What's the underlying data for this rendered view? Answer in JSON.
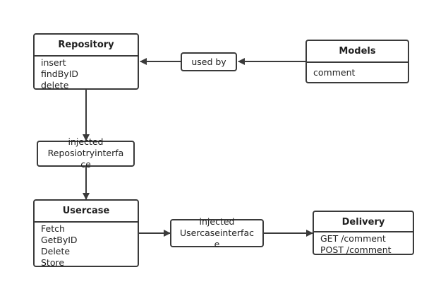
{
  "classes": {
    "repository": {
      "title": "Repository",
      "members": [
        "insert",
        "findByID",
        "delete"
      ]
    },
    "models": {
      "title": "Models",
      "members": [
        "comment"
      ]
    },
    "usercase": {
      "title": "Usercase",
      "members": [
        "Fetch",
        "GetByID",
        "Delete",
        "Store"
      ]
    },
    "delivery": {
      "title": "Delivery",
      "members": [
        "GET /comment",
        "POST /comment"
      ]
    }
  },
  "labels": {
    "used_by": "used by",
    "repo_interface": {
      "line1": "injected",
      "line2": "Reposiotryinterfa",
      "line3": "ce"
    },
    "usercase_interface": {
      "line1": "injected",
      "line2": "Usercaseinterfac",
      "line3": "e"
    }
  },
  "colors": {
    "stroke": "#3a3a3a",
    "background": "#ffffff"
  }
}
